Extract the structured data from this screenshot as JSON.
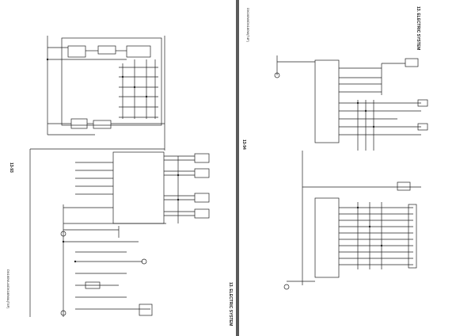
{
  "left_page": {
    "page_number": "13-93",
    "section_title": "13. ELECTRIC SYSTEM",
    "model_code": "DX160W-A/DX180WA(T4F)"
  },
  "right_page": {
    "page_number": "13-94",
    "section_title": "13. ELECTRIC SYSTEM",
    "model_code": "DX160W/DX180W(T4F)"
  },
  "colors": {
    "page": "#ffffff",
    "line": "#222222",
    "background": "#5a5a5a"
  }
}
